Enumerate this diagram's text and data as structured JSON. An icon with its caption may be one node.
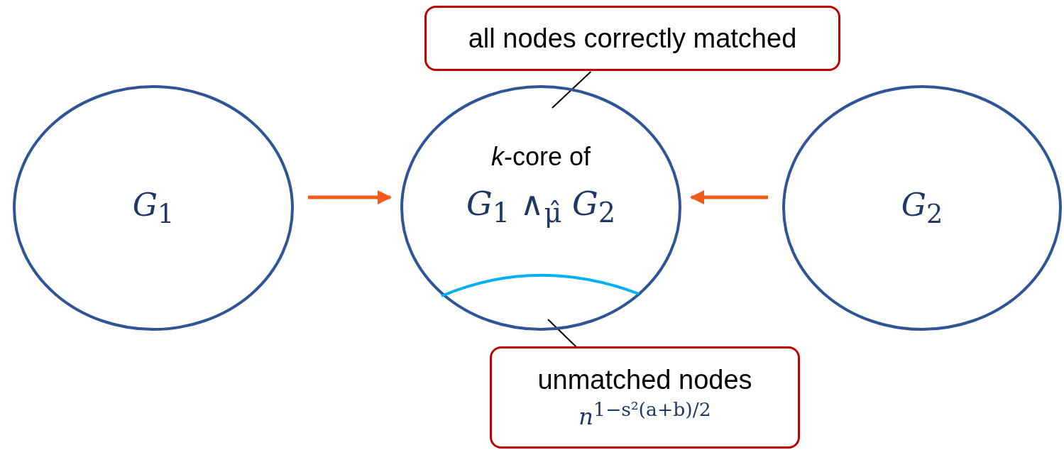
{
  "diagram": {
    "nodes": [
      {
        "text": [
          "all nodes correctly matched"
        ]
      },
      {
        "text": [
          "*G*$_{1}$"
        ]
      },
      {
        "text": [
          "*k*-core of",
          "*G*$_{1}$ ∧$_{μ̂}$ *G*$_{2}$"
        ]
      },
      {
        "text": [
          "*G*$_{2}$"
        ]
      },
      {
        "text": [
          "unmatched nodes",
          "*n*$^{1−s²(a+b)/2}$"
        ]
      }
    ],
    "edges": [
      {
        "from": 1,
        "to": 2,
        "arrow": "to",
        "color": "#f05a1a",
        "style": "thick"
      },
      {
        "from": 3,
        "to": 2,
        "arrow": "to",
        "color": "#f05a1a",
        "style": "thick"
      },
      {
        "from": 0,
        "to": 2,
        "arrow": "none",
        "color": "#000000"
      },
      {
        "from": 4,
        "to": 2,
        "arrow": "none",
        "color": "#000000"
      }
    ]
  }
}
